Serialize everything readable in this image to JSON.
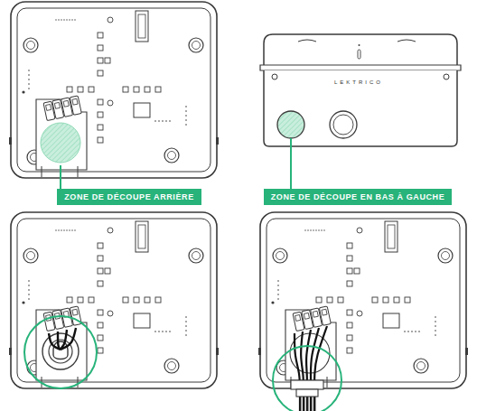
{
  "diagram": {
    "nodes": [
      {
        "text": [
          "ZONE DE DÉCOUPE ARRIÈRE"
        ]
      },
      {
        "text": [
          "ZONE DE DÉCOUPE EN BAS À GAUCHE"
        ]
      }
    ],
    "labels": [
      "LEKTRICO"
    ]
  }
}
